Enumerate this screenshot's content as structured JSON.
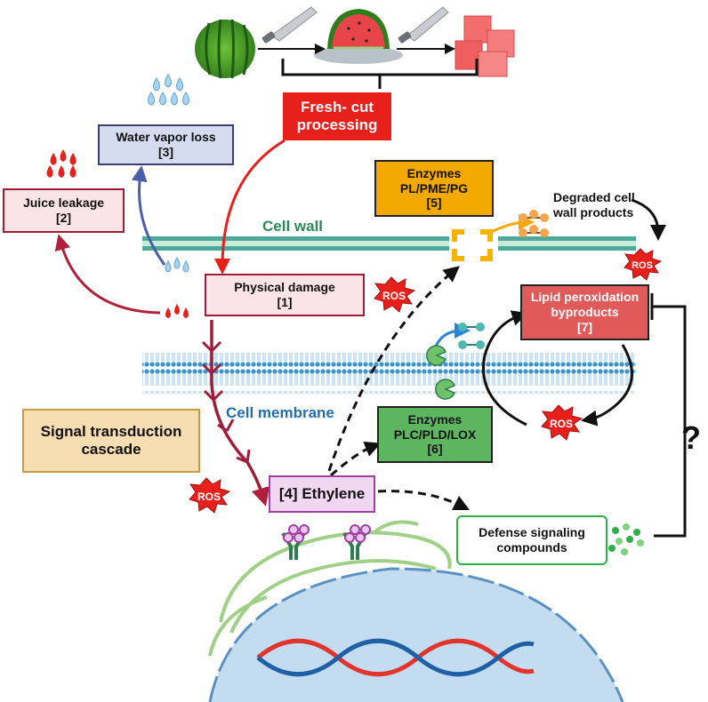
{
  "fresh_cut": {
    "line1": "Fresh- cut",
    "line2": "processing"
  },
  "water_loss": {
    "line1": "Water vapor loss",
    "line2": "[3]"
  },
  "juice_leakage": {
    "line1": "Juice leakage",
    "line2": "[2]"
  },
  "enzymes_wall": {
    "line1": "Enzymes",
    "line2": "PL/PME/PG",
    "line3": "[5]"
  },
  "degraded": {
    "line1": "Degraded cell",
    "line2": "wall products"
  },
  "cell_wall_label": "Cell wall",
  "physical_damage": {
    "line1": "Physical damage",
    "line2": "[1]"
  },
  "lipid": {
    "line1": "Lipid peroxidation",
    "line2": "byproducts",
    "line3": "[7]"
  },
  "cell_membrane_label": "Cell membrane",
  "signal": {
    "line1": "Signal transduction",
    "line2": "cascade"
  },
  "enzymes_membrane": {
    "line1": "Enzymes",
    "line2": "PLC/PLD/LOX",
    "line3": "[6]"
  },
  "ethylene": "[4] Ethylene",
  "defense": {
    "line1": "Defense signaling",
    "line2": "compounds"
  },
  "ros": "ROS",
  "question": "?",
  "colors": {
    "red_box": "#e8201c",
    "blue_box": "#d6dcef",
    "pink_box": "#fbe4e6",
    "orange_box": "#f4a900",
    "salmon_box": "#e05a5a",
    "green_box": "#5db560",
    "tan_box": "#f7ddb2",
    "ethylene_box": "#f2d7f2",
    "cell_wall": "#4ea99a",
    "membrane": "#3a94d1",
    "nucleus": "#c4dcf0"
  }
}
